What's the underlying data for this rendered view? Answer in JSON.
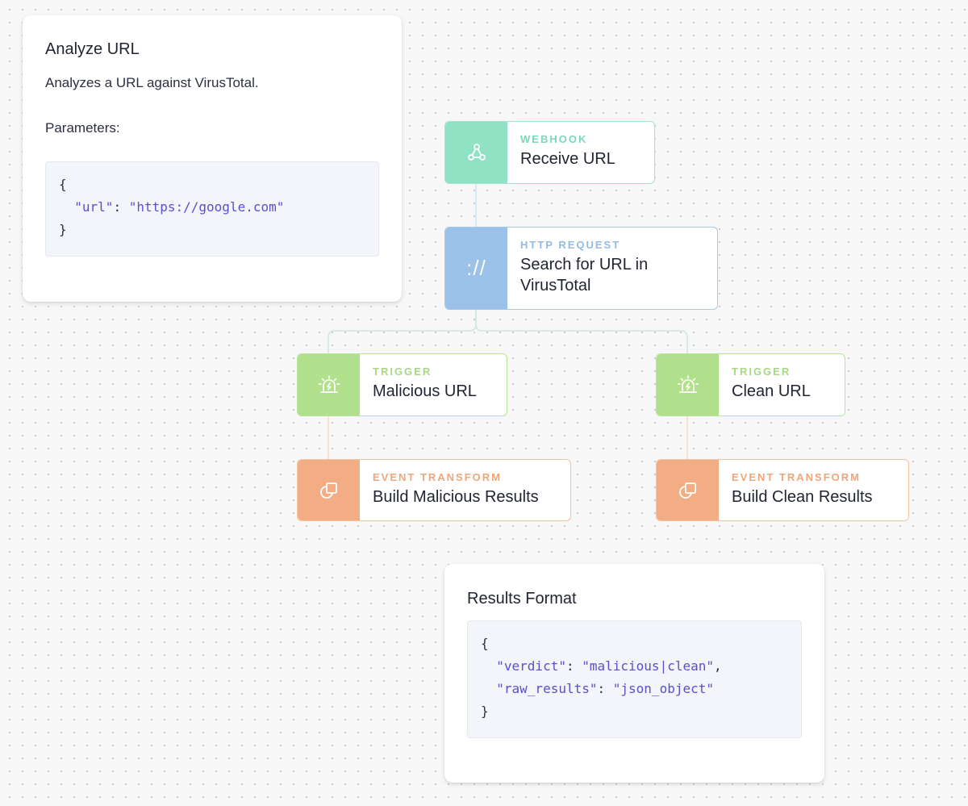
{
  "analyze_card": {
    "title": "Analyze URL",
    "description": "Analyzes a URL against VirusTotal.",
    "params_label": "Parameters:",
    "code": {
      "open": "{",
      "key": "\"url\"",
      "sep": ": ",
      "value": "\"https://google.com\"",
      "close": "}"
    }
  },
  "results_card": {
    "title": "Results Format",
    "code": {
      "open": "{",
      "key1": "\"verdict\"",
      "sep1": ": ",
      "value1": "\"malicious|clean\"",
      "comma1": ",",
      "key2": "\"raw_results\"",
      "sep2": ": ",
      "value2": "\"json_object\"",
      "close": "}"
    }
  },
  "nodes": {
    "webhook": {
      "type": "WEBHOOK",
      "name": "Receive URL",
      "icon": "webhook-icon"
    },
    "http": {
      "type": "HTTP REQUEST",
      "name_line1": "Search for URL in",
      "name_line2": "VirusTotal",
      "icon_text": "://"
    },
    "trigger_malicious": {
      "type": "TRIGGER",
      "name": "Malicious URL",
      "icon": "alarm-icon"
    },
    "trigger_clean": {
      "type": "TRIGGER",
      "name": "Clean URL",
      "icon": "alarm-icon"
    },
    "transform_malicious": {
      "type": "EVENT TRANSFORM",
      "name": "Build Malicious Results",
      "icon": "transform-icon"
    },
    "transform_clean": {
      "type": "EVENT TRANSFORM",
      "name": "Build Clean Results",
      "icon": "transform-icon"
    }
  },
  "colors": {
    "webhook": "#8fe3c4",
    "http": "#9cc1e8",
    "trigger": "#b0e08c",
    "transform": "#f3ad84",
    "code_accent": "#5a4fcf"
  }
}
